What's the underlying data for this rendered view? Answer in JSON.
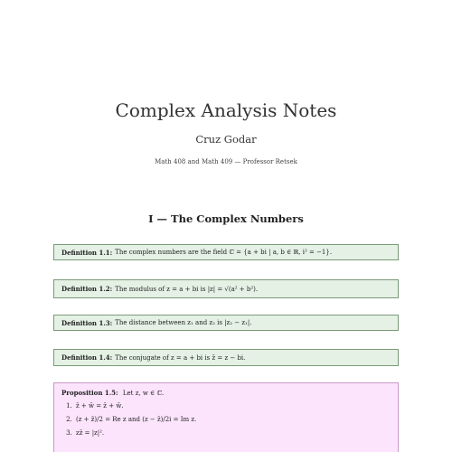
{
  "document": {
    "title": "Complex Analysis Notes",
    "author": "Cruz Godar",
    "course": "Math 408 and Math 409 — Professor Retsek",
    "section_heading": "I — The Complex Numbers"
  },
  "definitions": [
    {
      "label": "Definition 1.1:",
      "text": "The complex numbers are the field ℂ = {a + bi | a, b ∈ ℝ, i² = −1}."
    },
    {
      "label": "Definition 1.2:",
      "text": "The modulus of z = a + bi is |z| = √(a² + b²)."
    },
    {
      "label": "Definition 1.3:",
      "text": "The distance between z₁ and z₂ is |z₂ − z₁|."
    },
    {
      "label": "Definition 1.4:",
      "text": "The conjugate of z = a + bi is z̄ = z − bi."
    }
  ],
  "proposition": {
    "label": "Proposition 1.5:",
    "text": "Let z, w ∈ ℂ.",
    "items": [
      "z̄ + w̄ = z̄ + w̄.",
      "(z + z̄)/2 = Re z and (z − z̄)/2i = Im z.",
      "zz̄ = |z|²."
    ]
  }
}
